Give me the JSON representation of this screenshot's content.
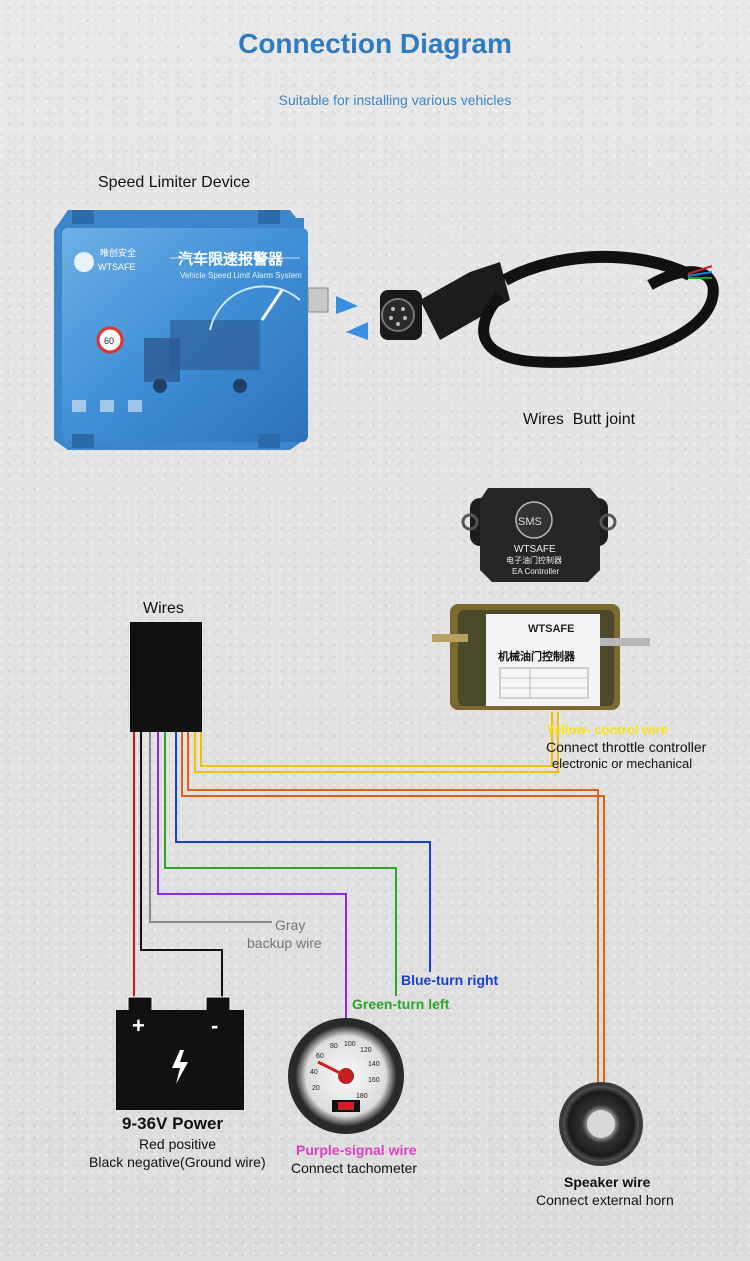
{
  "header": {
    "title": "Connection Diagram",
    "subtitle": "Suitable for installing various vehicles"
  },
  "device": {
    "label": "Speed Limiter Device",
    "brand_cn": "唯创安全",
    "brand_en": "WTSAFE",
    "title_cn": "汽车限速报警器",
    "title_en": "Vehicle Speed Limit Alarm System",
    "speed_sign": "60"
  },
  "connector": {
    "label": "Wires  Butt joint"
  },
  "ea_controller": {
    "brand": "WTSAFE",
    "name_cn": "电子油门控制器",
    "name_en": "EA Controller",
    "logo": "SMS"
  },
  "mech_controller": {
    "brand": "WTSAFE",
    "name_cn": "机械油门控制器"
  },
  "wires_box": {
    "label": "Wires"
  },
  "wires": {
    "yellow": {
      "label": "Yellow- control wire",
      "desc1": "Connect throttle controller",
      "desc2": "electronic or mechanical",
      "color": "#f2c200"
    },
    "gray": {
      "label1": "Gray",
      "label2": "backup wire",
      "color": "#8a8a8a"
    },
    "blue": {
      "label": "Blue-turn right",
      "color": "#1a3fd6"
    },
    "green": {
      "label": "Green-turn left",
      "color": "#2aa52a"
    },
    "purple": {
      "label": "Purple-signal wire",
      "desc": "Connect tachometer",
      "color": "#8a2be2"
    },
    "orange": {
      "color": "#e0621a"
    },
    "red": {
      "color": "#e01010"
    },
    "black": {
      "color": "#111111"
    }
  },
  "battery": {
    "title": "9-36V Power",
    "line1": "Red positive",
    "line2": "Black negative(Ground wire)",
    "plus": "+",
    "minus": "-"
  },
  "speaker": {
    "title": "Speaker wire",
    "desc": "Connect external horn"
  },
  "gauge": {
    "ticks": [
      "20",
      "40",
      "60",
      "80",
      "100",
      "120",
      "140",
      "160",
      "180"
    ]
  }
}
